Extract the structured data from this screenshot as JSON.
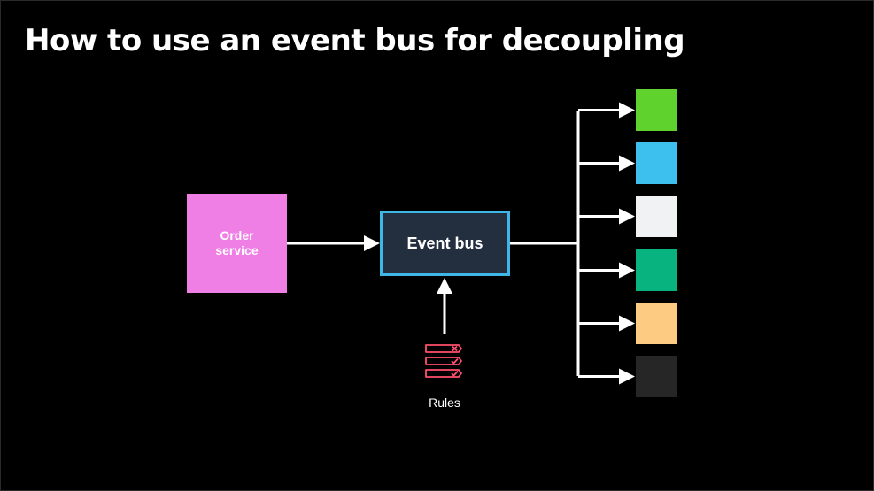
{
  "title": "How to use an event bus for decoupling",
  "diagram": {
    "source": {
      "label": "Order\nservice",
      "color": "#ef7fe5"
    },
    "bus": {
      "label": "Event bus",
      "fill": "#232f3e",
      "border": "#3fb7e6"
    },
    "rules": {
      "label": "Rules",
      "icon": "rules-list-icon",
      "color": "#ff4f6e"
    },
    "targets": [
      {
        "name": "target-green",
        "color": "#5fd22e"
      },
      {
        "name": "target-blue",
        "color": "#3ec0ee"
      },
      {
        "name": "target-white",
        "color": "#f1f2f3"
      },
      {
        "name": "target-teal",
        "color": "#08b37f"
      },
      {
        "name": "target-orange",
        "color": "#fecb82"
      },
      {
        "name": "target-dark",
        "color": "#262626"
      }
    ],
    "arrow_color": "#ffffff"
  }
}
